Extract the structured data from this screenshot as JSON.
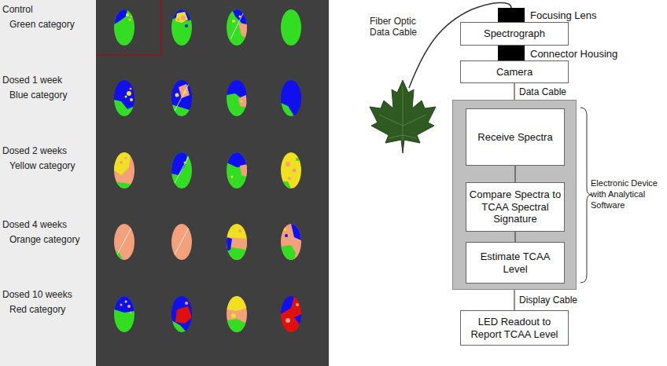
{
  "diagram": {
    "nodes": [
      {
        "text": [
          "Focusing Lens"
        ]
      },
      {
        "text": [
          "Spectrograph"
        ]
      },
      {
        "text": [
          "Connector Housing"
        ]
      },
      {
        "text": [
          "Camera"
        ]
      },
      {
        "text": [
          "Electronic Device with Analytical Software"
        ]
      },
      {
        "text": [
          "Receive Spectra"
        ],
        "in": 4
      },
      {
        "text": [
          "Compare Spectra to TCAA Spectral Signature"
        ],
        "in": 4
      },
      {
        "text": [
          "Estimate TCAA Level"
        ],
        "in": 4
      },
      {
        "text": [
          "LED Readout to Report TCAA Level"
        ]
      }
    ],
    "edges": [
      {
        "from": 3,
        "to": 4,
        "label": "Data Cable",
        "arrow": "none"
      },
      {
        "from": 5,
        "to": 6,
        "arrow": "none"
      },
      {
        "from": 6,
        "to": 7,
        "arrow": "none"
      },
      {
        "from": 4,
        "to": 8,
        "label": "Display Cable",
        "arrow": "none"
      }
    ],
    "labels": [
      "Control",
      "Green category",
      "Dosed 1 week",
      "Blue category",
      "Dosed 2 weeks",
      "Yellow category",
      "Dosed 4 weeks",
      "Orange category",
      "Dosed 10 weeks",
      "Red category",
      "Fiber Optic Data Cable"
    ]
  }
}
